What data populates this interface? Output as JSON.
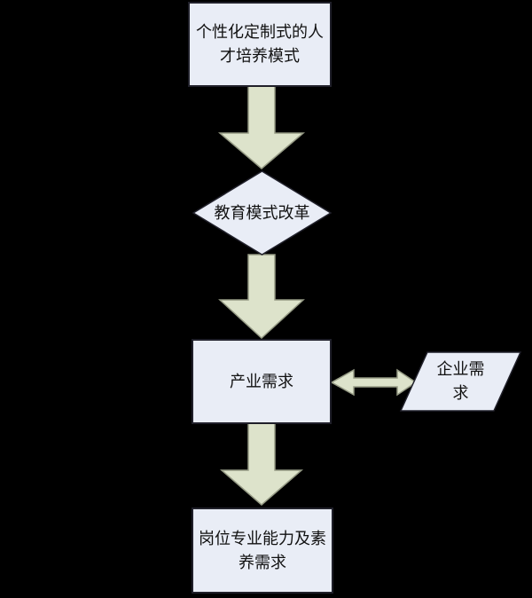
{
  "theme": {
    "background": "#000000",
    "node_fill": "#e9edf6",
    "node_stroke": "#20202a",
    "arrow_fill": "#dde3cb",
    "arrow_stroke": "#969b85",
    "text_color": "#111111"
  },
  "nodes": {
    "talent_model": {
      "shape": "rectangle",
      "label": "个性化定制式的人\n才培养模式"
    },
    "education_reform": {
      "shape": "diamond",
      "label": "教育模式改革"
    },
    "industry_demand": {
      "shape": "rectangle",
      "label": "产业需求"
    },
    "enterprise_demand": {
      "shape": "parallelogram",
      "label": "企业需\n求"
    },
    "job_competency": {
      "shape": "rectangle",
      "label": "岗位专业能力及素\n养需求"
    }
  },
  "connections": [
    {
      "from": "talent_model",
      "to": "education_reform",
      "type": "block-arrow-down"
    },
    {
      "from": "education_reform",
      "to": "industry_demand",
      "type": "block-arrow-down"
    },
    {
      "from": "industry_demand",
      "to": "enterprise_demand",
      "type": "double-headed-arrow"
    },
    {
      "from": "industry_demand",
      "to": "job_competency",
      "type": "block-arrow-down"
    }
  ]
}
